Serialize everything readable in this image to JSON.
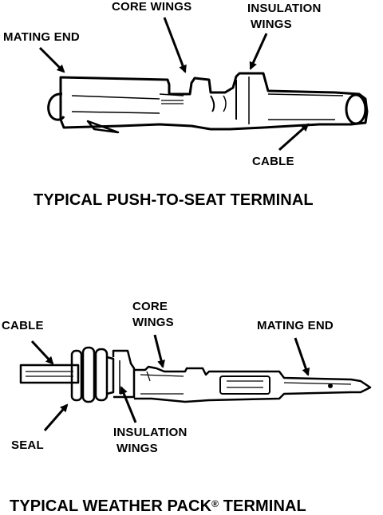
{
  "push_to_seat": {
    "labels": {
      "mating_end": "MATING END",
      "core_wings": "CORE WINGS",
      "insulation_wings_line1": "INSULATION",
      "insulation_wings_line2": "WINGS",
      "cable": "CABLE"
    },
    "caption": "TYPICAL PUSH-TO-SEAT TERMINAL"
  },
  "weather_pack": {
    "labels": {
      "cable": "CABLE",
      "core_wings_line1": "CORE",
      "core_wings_line2": "WINGS",
      "mating_end": "MATING END",
      "seal": "SEAL",
      "insulation_wings_line1": "INSULATION",
      "insulation_wings_line2": "WINGS"
    },
    "caption_main": "TYPICAL WEATHER PACK",
    "caption_mark": "®",
    "caption_tail": " TERMINAL"
  }
}
